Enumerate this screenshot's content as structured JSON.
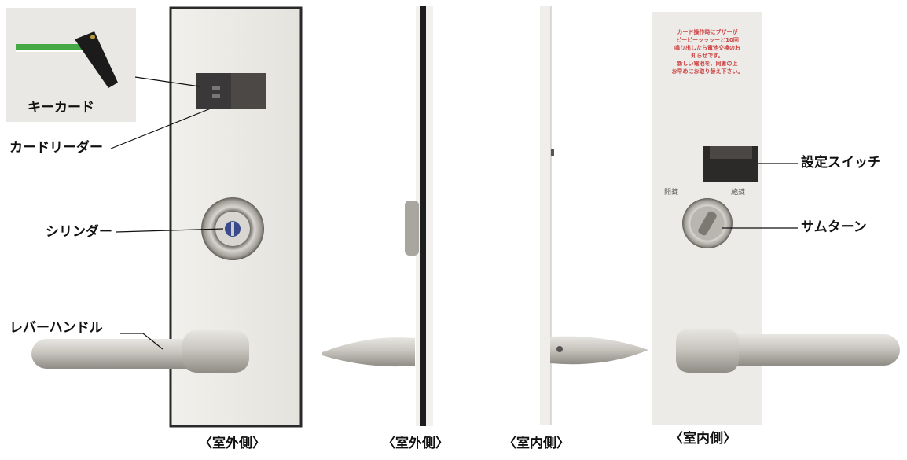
{
  "callouts": {
    "key_card": "キーカード",
    "card_reader": "カードリーダー",
    "cylinder": "シリンダー",
    "lever_handle": "レバーハンドル",
    "setting_switch": "設定スイッチ",
    "thumb_turn": "サムターン"
  },
  "captions": {
    "outdoor_front": "〈室外側〉",
    "outdoor_side": "〈室外側〉",
    "indoor_side": "〈室内側〉",
    "indoor_front": "〈室内側〉"
  },
  "notice_lines": [
    "カード操作時にブザーが",
    "ピーピーッッッーと10回",
    "鳴り出したら電池交換のお",
    "知らせです。",
    "新しい電池を、同者の上",
    "お早めにお取り替え下さい。"
  ],
  "thumb_labels": {
    "left": "開錠",
    "right": "施錠"
  }
}
